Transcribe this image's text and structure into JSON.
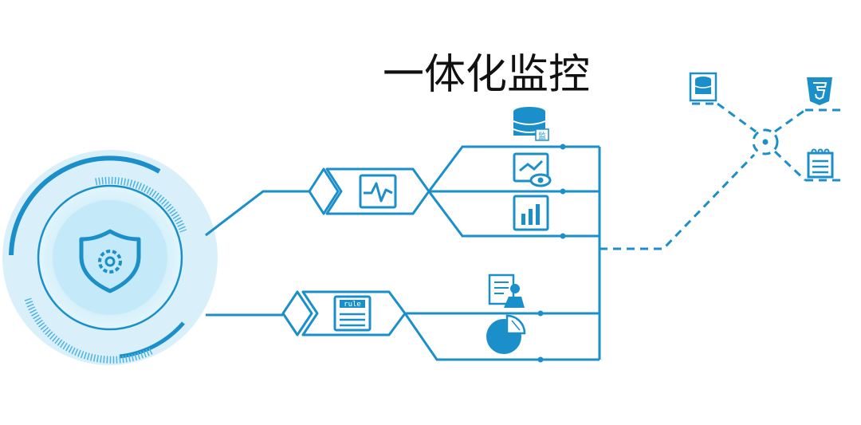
{
  "title": "一体化监控",
  "icon_labels": {
    "rule": "rule",
    "db_badge": "监"
  },
  "icons": {
    "hub": "shield-gear-icon",
    "upper_chevron": "pulse-monitor-icon",
    "lower_chevron": "rule-list-icon",
    "upper_leaves": [
      "database-icon",
      "chart-eye-icon",
      "bar-chart-icon"
    ],
    "lower_leaves": [
      "report-person-icon",
      "pie-chart-icon"
    ],
    "network": [
      "database-small-icon",
      "html5-icon",
      "notepad-icon"
    ]
  },
  "colors": {
    "accent": "#1b8fc9",
    "light": "#bfe5f6",
    "lighter": "#dff2fb",
    "ring": "#6cc3e8"
  }
}
